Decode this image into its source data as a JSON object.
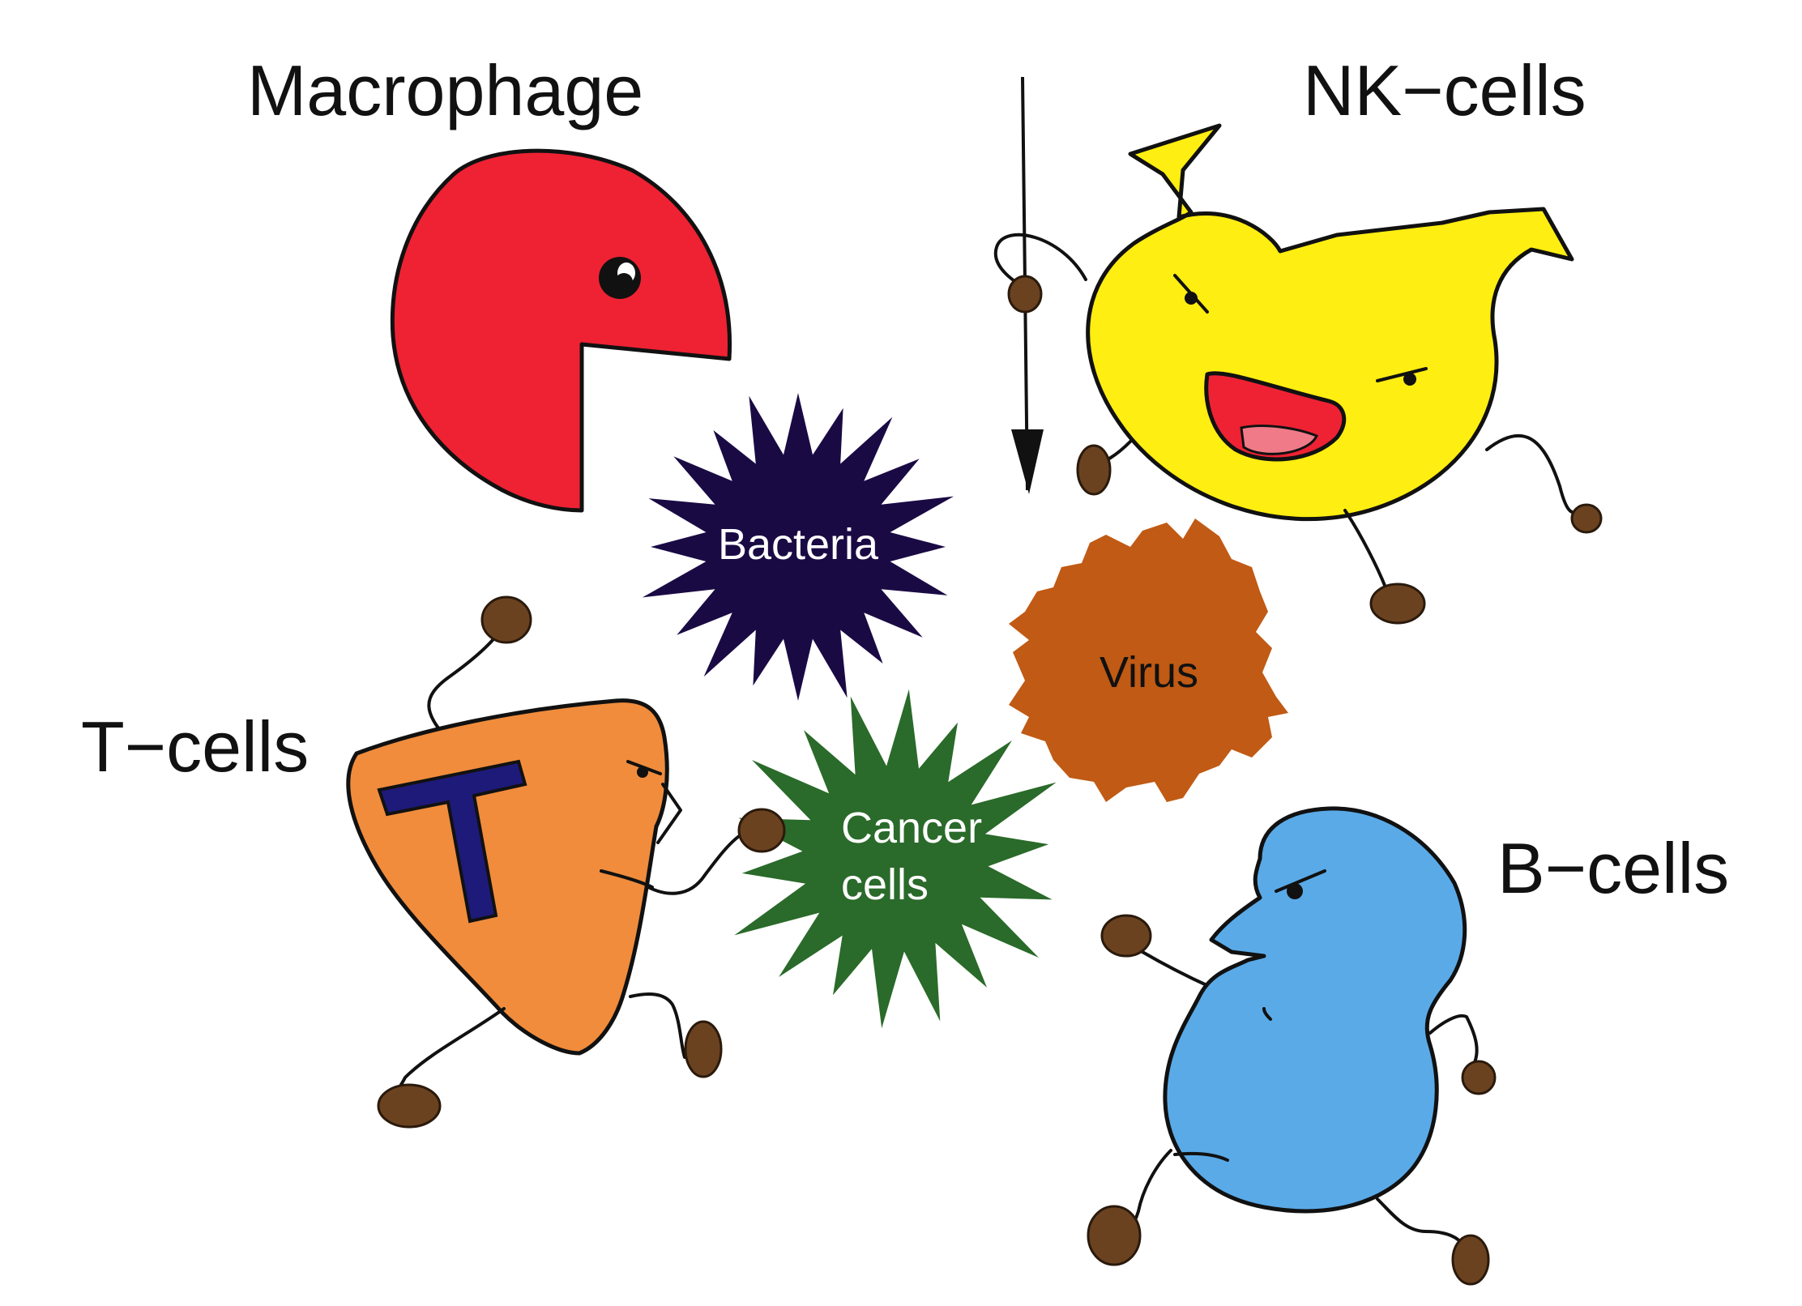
{
  "labels": {
    "macrophage": "Macrophage",
    "nk_cells": "NK−cells",
    "t_cells": "T−cells",
    "b_cells": "B−cells",
    "bacteria": "Bacteria",
    "virus": "Virus",
    "cancer_line1": "Cancer",
    "cancer_line2": "cells",
    "t_badge": "T"
  },
  "colors": {
    "macrophage": "#ee2233",
    "nk_cells": "#ffee11",
    "t_cells": "#f08c3c",
    "b_cells": "#5aaae8",
    "bacteria": "#1a0a44",
    "virus": "#c05a14",
    "cancer": "#2a6a2a",
    "fist": "#6b4220",
    "t_letter": "#1e1a7a"
  },
  "icons": {
    "macrophage": "pacman-cell-icon",
    "nk_cells": "horned-cell-icon",
    "t_cells": "shield-cell-icon",
    "b_cells": "peanut-cell-icon",
    "bacteria": "spiky-star-icon",
    "virus": "jagged-blob-icon",
    "cancer": "spiky-star-icon",
    "spear": "spear-icon"
  }
}
